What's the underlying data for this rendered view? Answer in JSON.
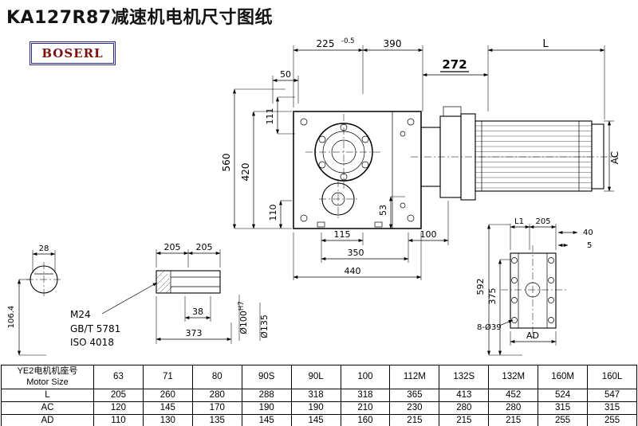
{
  "title": "KA127R87减速机电机尺寸图纸",
  "logo": "BOSERL",
  "dims": {
    "d225": "225",
    "d225_tol": "-0.5",
    "d390": "390",
    "d272": "272",
    "dL": "L",
    "d50": "50",
    "d111": "111",
    "d560": "560",
    "d420": "420",
    "d110": "110",
    "d115": "115",
    "d100": "100",
    "d350": "350",
    "d440": "440",
    "d53": "53",
    "dAC": "AC",
    "d28": "28",
    "d106_4": "106.4",
    "d205_a": "205",
    "d205_b": "205",
    "d38": "38",
    "d373": "373",
    "thread": "M24",
    "std_gb": "GB/T 5781",
    "std_iso": "ISO 4018",
    "bore_dia": "Ø100",
    "bore_fit": "H7",
    "outer_dia": "Ø135",
    "dL1": "L1",
    "d205_c": "205",
    "d40": "40",
    "d5": "5",
    "d592": "592",
    "d375": "375",
    "dAD": "AD",
    "holes": "8-Ø39"
  },
  "table": {
    "row_header_cn": "YE2电机机座号",
    "row_header_en": "Motor Size",
    "sizes": [
      "63",
      "71",
      "80",
      "90S",
      "90L",
      "100",
      "112M",
      "132S",
      "132M",
      "160M",
      "160L"
    ],
    "rows": [
      {
        "label": "L",
        "values": [
          "205",
          "260",
          "280",
          "288",
          "318",
          "318",
          "365",
          "413",
          "452",
          "524",
          "547"
        ]
      },
      {
        "label": "AC",
        "values": [
          "120",
          "145",
          "170",
          "190",
          "190",
          "210",
          "230",
          "280",
          "280",
          "315",
          "315"
        ]
      },
      {
        "label": "AD",
        "values": [
          "110",
          "130",
          "135",
          "145",
          "145",
          "160",
          "215",
          "215",
          "215",
          "255",
          "255"
        ]
      }
    ]
  }
}
